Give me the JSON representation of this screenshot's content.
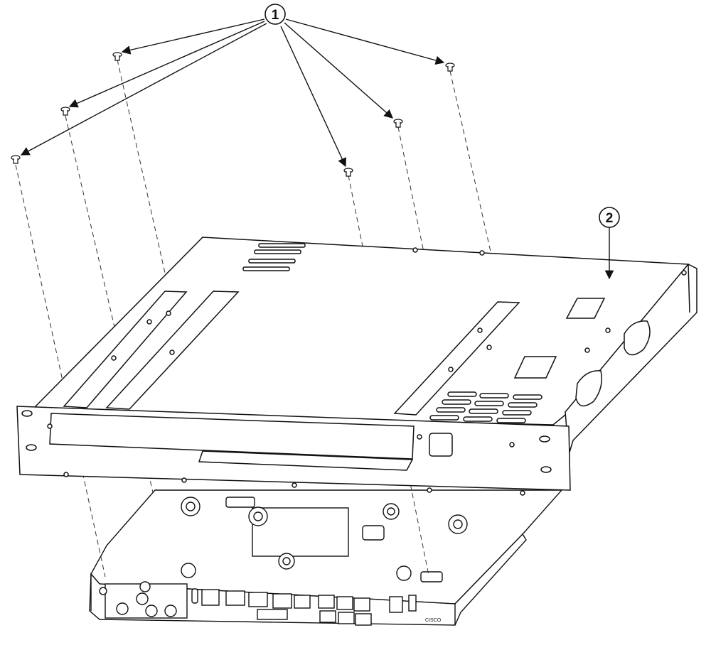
{
  "callouts": {
    "screws": "1",
    "bracket": "2"
  },
  "parts": {
    "screws": "screw-icon",
    "bracket": "rack-mount-bracket",
    "router": "router-chassis"
  },
  "router_labels": {
    "brand": "CISCO"
  },
  "colors": {
    "line": "#111111",
    "fill": "#ffffff"
  }
}
